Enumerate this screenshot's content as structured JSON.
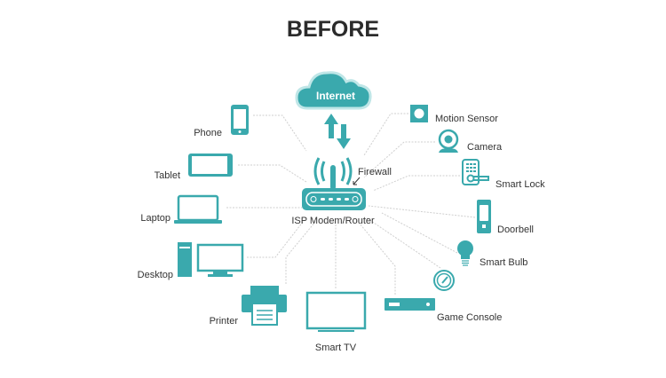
{
  "title": "BEFORE",
  "center": {
    "cloud": "Internet",
    "router": "ISP Modem/Router",
    "firewall": "Firewall"
  },
  "devices": {
    "phone": "Phone",
    "tablet": "Tablet",
    "laptop": "Laptop",
    "desktop": "Desktop",
    "printer": "Printer",
    "smart_tv": "Smart TV",
    "game_console": "Game Console",
    "smart_bulb": "Smart Bulb",
    "doorbell": "Doorbell",
    "smart_lock": "Smart Lock",
    "camera": "Camera",
    "motion_sensor": "Motion Sensor"
  },
  "colors": {
    "accent": "#3aa9ad",
    "text": "#333333",
    "connector": "#cfcfcf"
  }
}
